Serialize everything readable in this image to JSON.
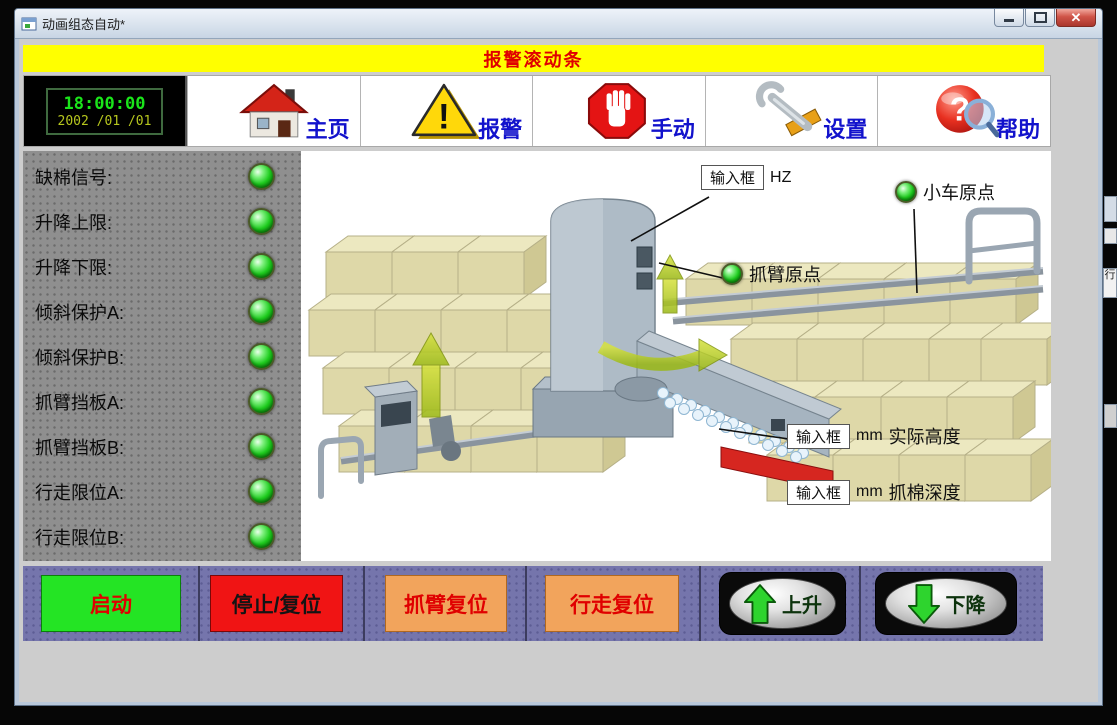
{
  "titlebar": {
    "title": "动画组态自动*"
  },
  "alarm_banner": {
    "text": "报警滚动条"
  },
  "toolbar": {
    "clock": {
      "time": "18:00:00",
      "date": "2002 /01 /01"
    },
    "nav": [
      {
        "id": "home",
        "label": "主页"
      },
      {
        "id": "alarm",
        "label": "报警"
      },
      {
        "id": "manual",
        "label": "手动"
      },
      {
        "id": "settings",
        "label": "设置"
      },
      {
        "id": "help",
        "label": "帮助"
      }
    ]
  },
  "status_panel": {
    "items": [
      {
        "label": "缺棉信号:",
        "state": "on"
      },
      {
        "label": "升降上限:",
        "state": "on"
      },
      {
        "label": "升降下限:",
        "state": "on"
      },
      {
        "label": "倾斜保护A:",
        "state": "on"
      },
      {
        "label": "倾斜保护B:",
        "state": "on"
      },
      {
        "label": "抓臂挡板A:",
        "state": "on"
      },
      {
        "label": "抓臂挡板B:",
        "state": "on"
      },
      {
        "label": "行走限位A:",
        "state": "on"
      },
      {
        "label": "行走限位B:",
        "state": "on"
      }
    ]
  },
  "diagram": {
    "callouts": {
      "frequency": {
        "input_label": "输入框",
        "unit": "HZ"
      },
      "cart_origin": {
        "label": "小车原点",
        "state": "on"
      },
      "arm_origin": {
        "label": "抓臂原点",
        "state": "on"
      },
      "actual_height": {
        "input_label": "输入框",
        "unit": "mm",
        "label": "实际高度"
      },
      "grab_depth": {
        "input_label": "输入框",
        "unit": "mm",
        "label": "抓棉深度"
      }
    }
  },
  "control_bar": {
    "buttons": [
      {
        "id": "start",
        "label": "启动"
      },
      {
        "id": "stop_reset",
        "label": "停止/复位"
      },
      {
        "id": "arm_reset",
        "label": "抓臂复位"
      },
      {
        "id": "travel_reset",
        "label": "行走复位"
      },
      {
        "id": "up",
        "label": "上升"
      },
      {
        "id": "down",
        "label": "下降"
      }
    ]
  },
  "background_fragment": {
    "text": "行"
  },
  "colors": {
    "banner_bg": "#ffff00",
    "banner_text": "#e00000",
    "led_on": "#2ad42a",
    "start_bg": "#24e424",
    "stop_bg": "#f01414",
    "reset_bg": "#f2a45c",
    "bar_bg": "#7575ac",
    "nav_label": "#1212cc",
    "clock_time": "#1ae41a",
    "clock_date": "#b6c61e"
  }
}
